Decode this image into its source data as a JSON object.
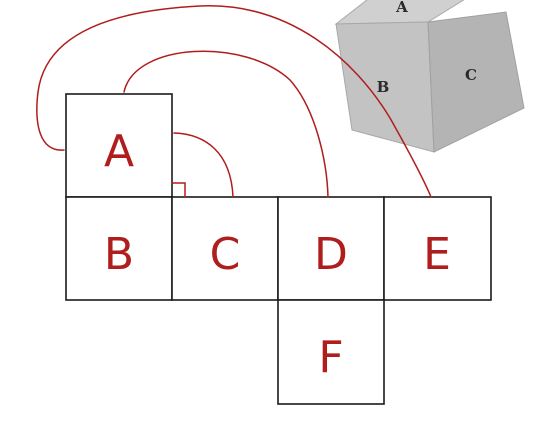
{
  "net": {
    "faces": {
      "A": "A",
      "B": "B",
      "C": "C",
      "D": "D",
      "E": "E",
      "F": "F"
    }
  },
  "cube": {
    "top": "A",
    "left": "B",
    "right": "C"
  },
  "colors": {
    "annotation": "#b01d1d",
    "cube_left": "#c3c3c3",
    "cube_right": "#b4b4b4",
    "cube_top": "#d0d0d0"
  }
}
